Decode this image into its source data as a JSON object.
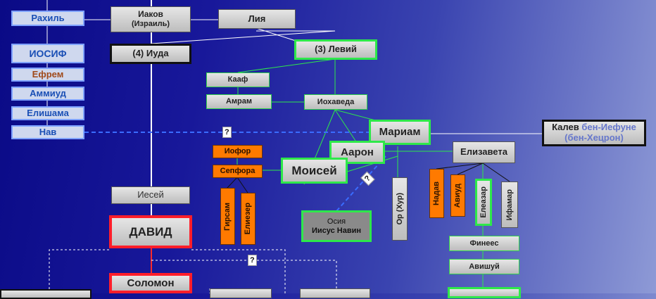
{
  "nodes": {
    "rahil": "Рахиль",
    "iakov": "Иаков",
    "iakov_sub": "(Израиль)",
    "liya": "Лия",
    "iosif": "ИОСИФ",
    "iuda": "(4) Иуда",
    "leviy": "(3) Левий",
    "efrem": "Ефрем",
    "ammiud": "Аммиуд",
    "elishama": "Елишама",
    "nav": "Нав",
    "kaaf": "Кааф",
    "amram": "Амрам",
    "iohaveda": "Иохаведа",
    "mariam": "Мариам",
    "kalev": "Калев",
    "kalev_ben": "бен-Иефуне",
    "kalev_sub": "(бен-Хецрон)",
    "aaron": "Аарон",
    "elizaveta": "Елизавета",
    "iofor": "Иофор",
    "sepfora": "Сепфора",
    "moisey": "Моисей",
    "iessey": "Иесей",
    "gersam": "Гирсам",
    "eliezer": "Елиезер",
    "osiya": "Осия",
    "iisus_navin": "Иисус Навин",
    "or_hur": "Ор (Хур)",
    "nadav": "Надав",
    "aviud": "Авиуд",
    "eleazar": "Елеазар",
    "ifamar": "Ифамар",
    "david": "ДАВИД",
    "finees": "Финеес",
    "avishuy": "Авишуй",
    "solomon": "Соломон"
  },
  "question_mark": "?",
  "colors": {
    "line": "#f0f0f0",
    "green": "#2ee84a",
    "dashed_blue": "#3a6cff",
    "red_box_border": "#ff1e2a",
    "orange_fill": "#ff7a00",
    "blue_text": "#1a4fb5",
    "kalev_ben_text": "#6677cc"
  }
}
